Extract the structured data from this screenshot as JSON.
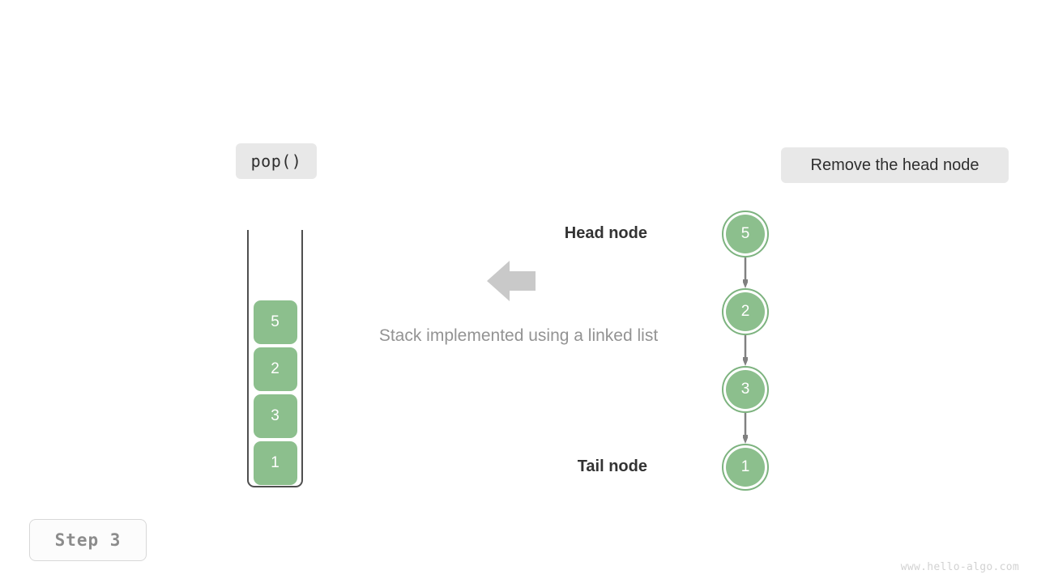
{
  "operation_badge": {
    "label": "pop()"
  },
  "action_badge": {
    "label": "Remove the head node"
  },
  "caption": {
    "text": "Stack implemented using a linked list"
  },
  "step_indicator": {
    "label": "Step 3"
  },
  "watermark": {
    "text": "www.hello-algo.com"
  },
  "flow_arrow": {
    "icon": "arrow-left-icon",
    "color": "#c9c9c9"
  },
  "stack": {
    "items": [
      {
        "value": "5"
      },
      {
        "value": "2"
      },
      {
        "value": "3"
      },
      {
        "value": "1"
      }
    ]
  },
  "linked_list": {
    "head_label": "Head node",
    "tail_label": "Tail node",
    "nodes": [
      {
        "value": "5"
      },
      {
        "value": "2"
      },
      {
        "value": "3"
      },
      {
        "value": "1"
      }
    ],
    "link_icon": "arrow-down-icon"
  },
  "colors": {
    "node_fill": "#8cbf8d",
    "node_ring": "#7db37f",
    "badge_bg": "#e8e8e8",
    "arrow_gray": "#c9c9c9",
    "link_gray": "#808080",
    "caption_gray": "#939393",
    "step_gray": "#8c8c8c",
    "container_stroke": "#4f4f4f"
  }
}
